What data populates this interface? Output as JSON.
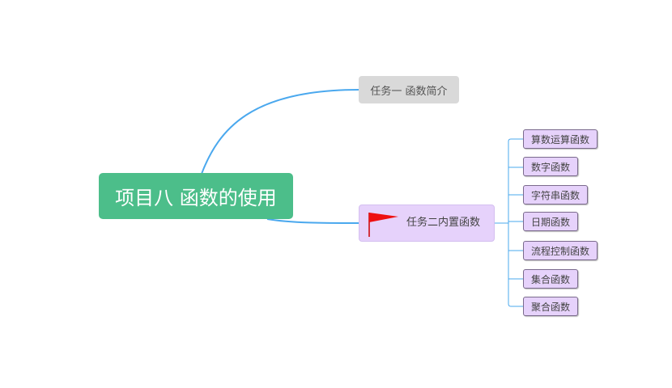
{
  "root": {
    "label": "项目八 函数的使用"
  },
  "task1": {
    "label": "任务一 函数简介"
  },
  "task2": {
    "label": "任务二内置函数",
    "flag_icon": "red-flag-icon"
  },
  "leaves": [
    {
      "label": "算数运算函数"
    },
    {
      "label": "数字函数"
    },
    {
      "label": "字符串函数"
    },
    {
      "label": "日期函数"
    },
    {
      "label": "流程控制函数"
    },
    {
      "label": "集合函数"
    },
    {
      "label": "聚合函数"
    }
  ],
  "colors": {
    "root": "#4cbe8a",
    "connector": "#4aa8ee",
    "task2": "#e6d2fb",
    "task1": "#d9d9d9",
    "flag": "#ee1111"
  }
}
